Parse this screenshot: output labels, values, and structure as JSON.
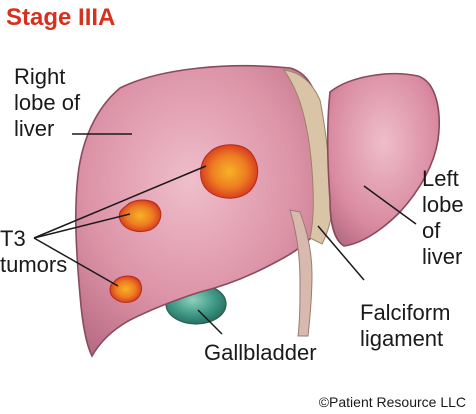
{
  "title": "Stage IIIA",
  "labels": {
    "right_lobe": "Right\nlobe of\nliver",
    "tumors": "T3\ntumors",
    "left_lobe": "Left\nlobe\nof\nliver",
    "falciform": "Falciform\nligament",
    "gallbladder": "Gallbladder"
  },
  "copyright": "©Patient Resource LLC",
  "colors": {
    "title": "#d6301f",
    "liver": "#d98aa0",
    "liver_dark": "#b86c84",
    "liver_light": "#ecb4c2",
    "ligament": "#d9c4a8",
    "tumor_outer": "#d63a2a",
    "tumor_inner": "#f0a020",
    "gallbladder": "#3f9a86",
    "line": "#1a1a1a"
  }
}
